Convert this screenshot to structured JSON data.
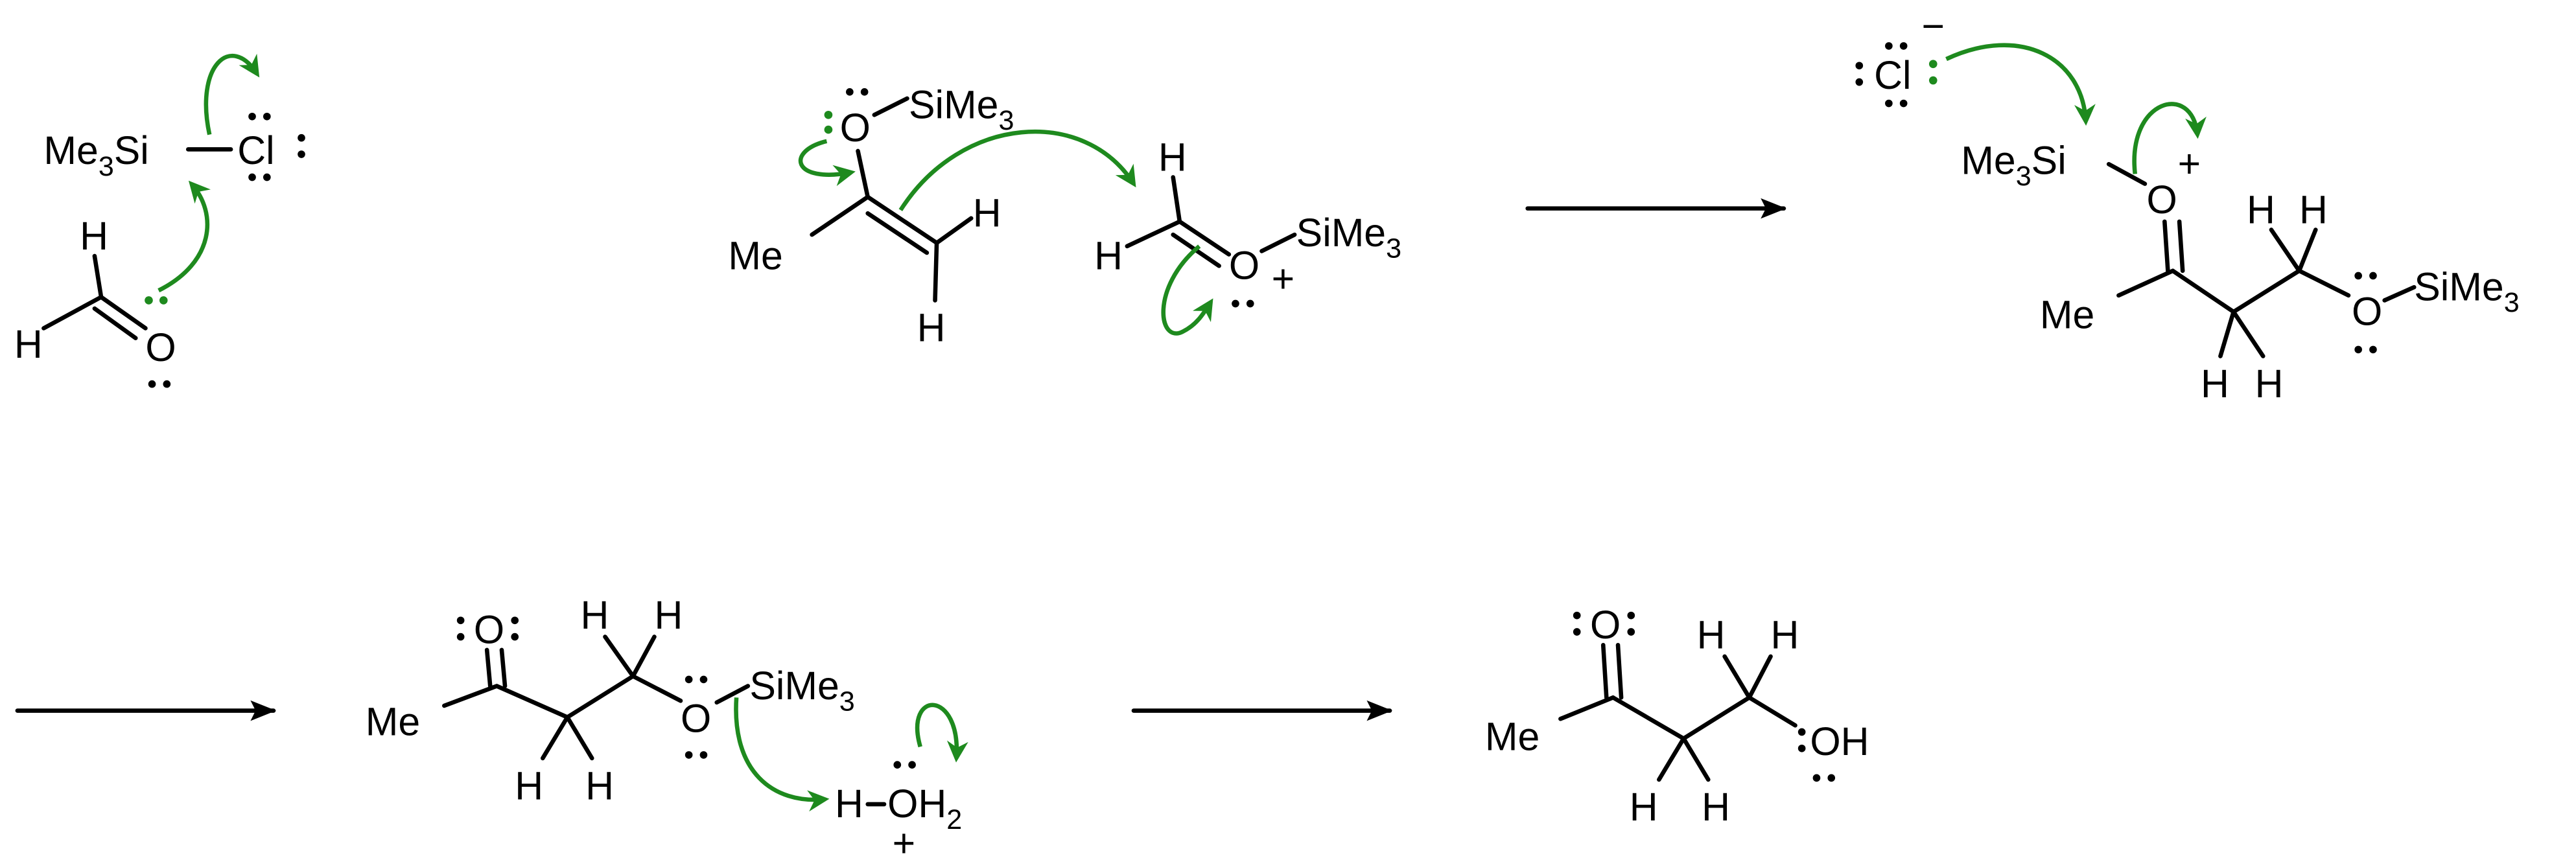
{
  "labels": {
    "me": "Me",
    "si": "Si",
    "sub3": "3",
    "sub2": "2",
    "cl": "Cl",
    "h": "H",
    "o": "O",
    "oh": "OH",
    "plus": "+",
    "minus": "−"
  },
  "colors": {
    "curved_arrow": "#1e8a1e",
    "bonds_and_text": "#000000",
    "reaction_arrow": "#000000"
  }
}
